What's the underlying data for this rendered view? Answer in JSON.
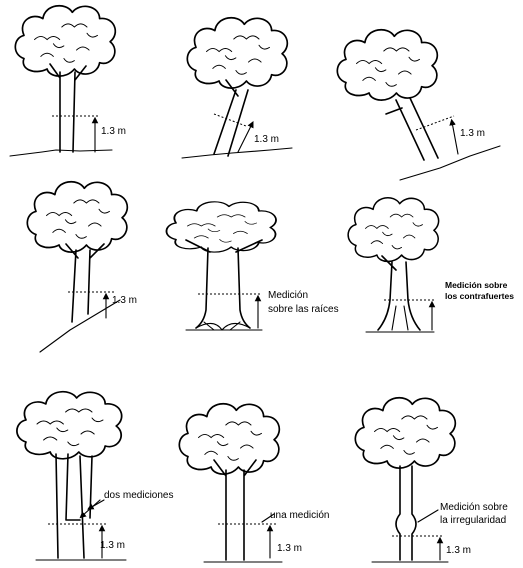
{
  "panels": [
    {
      "id": "straight",
      "label": "1.3 m"
    },
    {
      "id": "leaning",
      "label": "1.3 m"
    },
    {
      "id": "strong-lean",
      "label": "1.3 m"
    },
    {
      "id": "slope",
      "label": "1.3 m"
    },
    {
      "id": "roots",
      "label_line1": "Medición",
      "label_line2": "sobre las raíces"
    },
    {
      "id": "buttress",
      "label_line1": "Medición sobre",
      "label_line2": "los contrafuertes"
    },
    {
      "id": "forked-low",
      "label": "1.3 m",
      "note": "dos mediciones"
    },
    {
      "id": "forked-high",
      "label": "1.3 m",
      "note": "una medición"
    },
    {
      "id": "irregular",
      "label": "1.3 m",
      "note_line1": "Medición sobre",
      "note_line2": "la irregularidad"
    }
  ]
}
